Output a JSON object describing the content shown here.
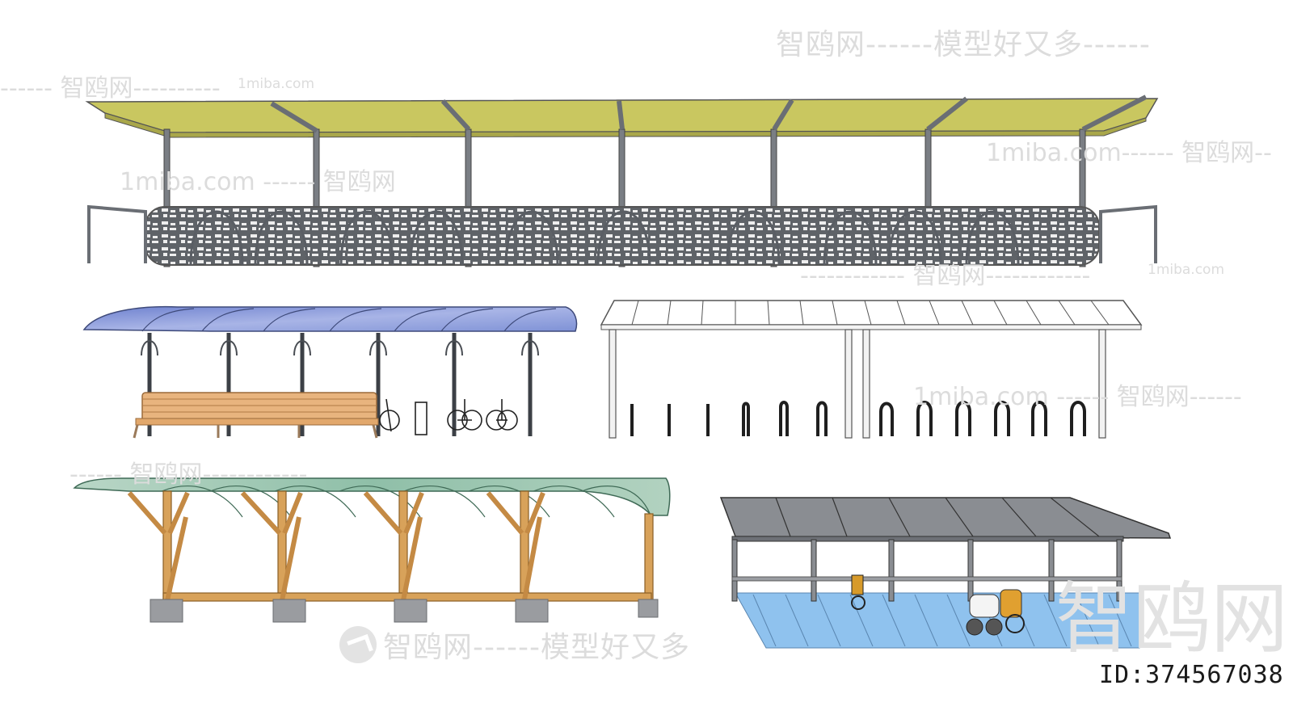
{
  "watermarks": {
    "top_right": "智鸥网------模型好又多------",
    "top_left": "------ 智鸥网----------",
    "site_1": "1miba.com",
    "mid_left": "1miba.com ------ 智鸥网",
    "right_1": "1miba.com------ 智鸥网--",
    "right_2": "------------ 智鸥网------------",
    "site_2": "1miba.com",
    "mid_right": "1miba.com ------ 智鸥网------",
    "left_3": "------ 智鸥网------------",
    "bottom": "智鸥网------模型好又多",
    "huge": "智鸥网"
  },
  "id_label": "ID:374567038",
  "colors": {
    "yellow_roof": "#c9c760",
    "blue_roof": "#7f92d6",
    "green_roof": "#9ec7b4",
    "dark_roof": "#8a8d92",
    "metal": "#6f7378",
    "wood": "#d8a25a",
    "bench": "#e8b47e",
    "floor": "#8fc2ee"
  },
  "icons": {
    "logo": "bird-logo-icon"
  }
}
